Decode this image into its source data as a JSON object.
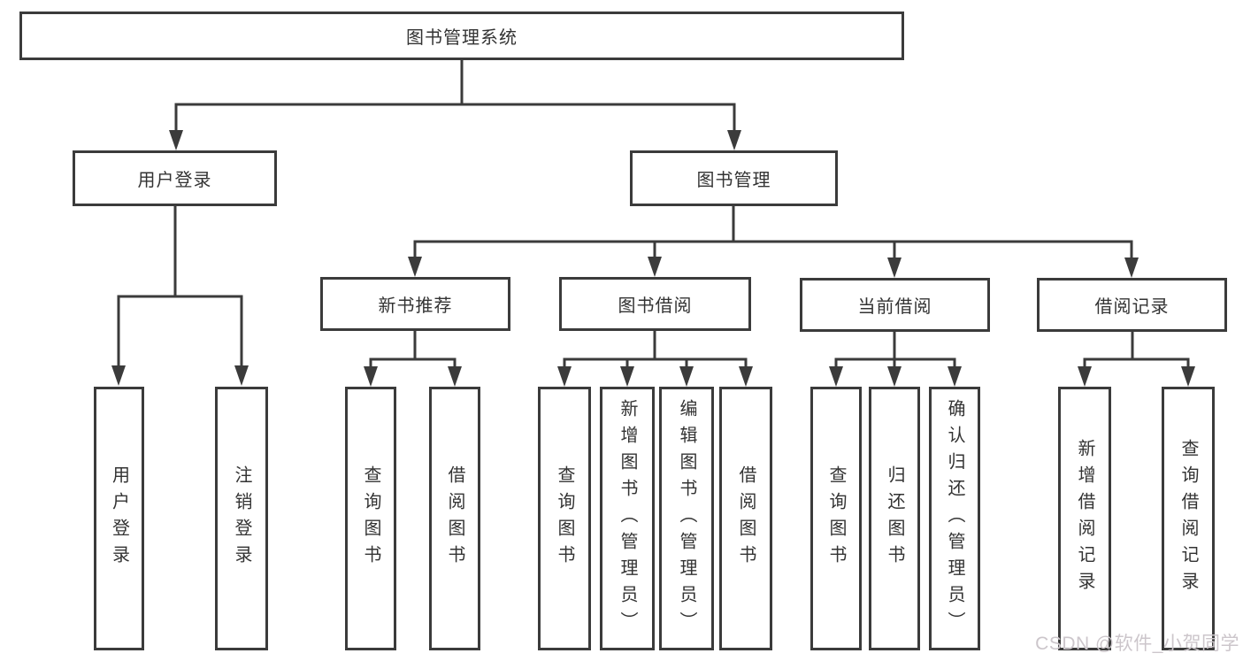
{
  "diagram": {
    "root": {
      "label": "图书管理系统"
    },
    "level2": [
      {
        "label": "用户登录"
      },
      {
        "label": "图书管理"
      }
    ],
    "level3": [
      {
        "label": "新书推荐"
      },
      {
        "label": "图书借阅"
      },
      {
        "label": "当前借阅"
      },
      {
        "label": "借阅记录"
      }
    ],
    "leaves": {
      "user_login": [
        "用户登录",
        "注销登录"
      ],
      "new_book": [
        "查询图书",
        "借阅图书"
      ],
      "book_borrow": [
        "查询图书",
        "新增图书（管理员）",
        "编辑图书（管理员）",
        "借阅图书"
      ],
      "current_borrow": [
        "查询图书",
        "归还图书",
        "确认归还（管理员）"
      ],
      "borrow_records": [
        "新增借阅记录",
        "查询借阅记录"
      ]
    },
    "colors": {
      "line": "#3b3b3b",
      "text": "#333333",
      "background": "#ffffff",
      "watermark": "#ccc6cb"
    },
    "watermark": "CSDN @软件_小贺同学"
  }
}
